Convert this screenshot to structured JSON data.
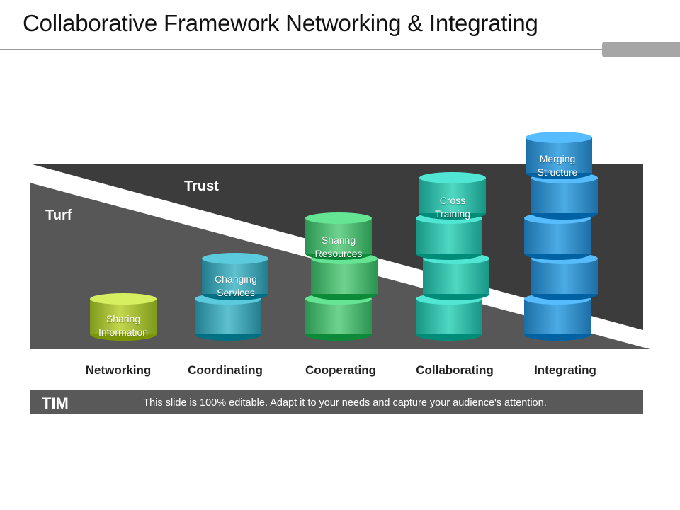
{
  "title": "Collaborative Framework Networking & Integrating",
  "zones": {
    "trust": "Trust",
    "turf": "Turf"
  },
  "stages": [
    "Networking",
    "Coordinating",
    "Cooperating",
    "Collaborating",
    "Integrating"
  ],
  "cylinder_labels": {
    "networking": [
      "Sharing",
      "Information"
    ],
    "coordinating": [
      "Changing",
      "Services"
    ],
    "cooperating": [
      "Sharing",
      "Resources"
    ],
    "collaborating": [
      "Cross",
      "Training"
    ],
    "integrating": [
      "Merging",
      "Structure"
    ]
  },
  "stack_heights": {
    "networking": 1,
    "coordinating": 2,
    "cooperating": 3,
    "collaborating": 4,
    "integrating": 5
  },
  "colors": {
    "networking": "#a9c234",
    "coordinating": "#2f9db0",
    "cooperating": "#38b766",
    "collaborating": "#23b9a6",
    "integrating": "#2a8fcf",
    "trust_band": "#3c3c3c",
    "turf_band": "#575757",
    "bottom_bar": "#595959"
  },
  "bottom_bar": {
    "heading": "TIM",
    "text": "This slide is 100% editable. Adapt it to your needs and capture your audience's attention."
  }
}
